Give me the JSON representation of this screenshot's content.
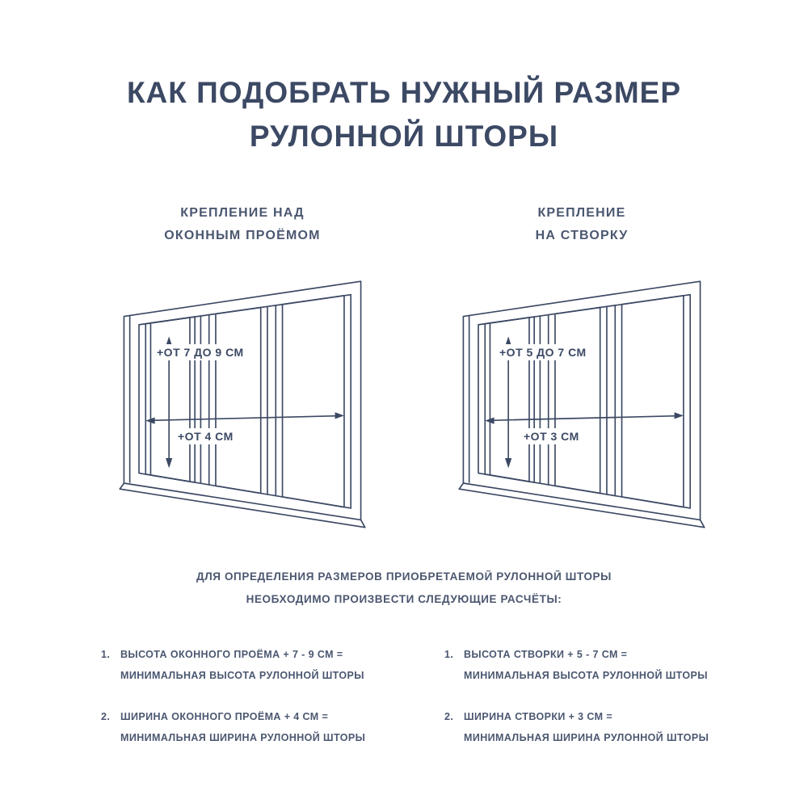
{
  "colors": {
    "navy": "#3c4964",
    "background": "#ffffff"
  },
  "title": {
    "line1": "КАК ПОДОБРАТЬ НУЖНЫЙ РАЗМЕР",
    "line2": "РУЛОННОЙ ШТОРЫ"
  },
  "sections": {
    "left": {
      "heading_line1": "КРЕПЛЕНИЕ НАД",
      "heading_line2": "ОКОННЫМ ПРОЁМОМ",
      "label_height": "+ОТ 7 ДО 9 СМ",
      "label_width": "+ОТ 4 СМ"
    },
    "right": {
      "heading_line1": "КРЕПЛЕНИЕ",
      "heading_line2": "НА СТВОРКУ",
      "label_height": "+ОТ 5 ДО 7 СМ",
      "label_width": "+ОТ 3 СМ"
    }
  },
  "instructions": {
    "intro_line1": "ДЛЯ ОПРЕДЕЛЕНИЯ РАЗМЕРОВ ПРИОБРЕТАЕМОЙ РУЛОННОЙ ШТОРЫ",
    "intro_line2": "НЕОБХОДИМО ПРОИЗВЕСТИ СЛЕДУЮЩИЕ РАСЧЁТЫ:",
    "left": [
      {
        "num": "1.",
        "line1": "ВЫСОТА ОКОННОГО ПРОЁМА + 7 - 9 СМ =",
        "line2": "МИНИМАЛЬНАЯ ВЫСОТА РУЛОННОЙ ШТОРЫ"
      },
      {
        "num": "2.",
        "line1": "ШИРИНА ОКОННОГО ПРОЁМА + 4 СМ =",
        "line2": "МИНИМАЛЬНАЯ ШИРИНА РУЛОННОЙ ШТОРЫ"
      }
    ],
    "right": [
      {
        "num": "1.",
        "line1": "ВЫСОТА СТВОРКИ + 5 - 7 СМ =",
        "line2": "МИНИМАЛЬНАЯ ВЫСОТА РУЛОННОЙ ШТОРЫ"
      },
      {
        "num": "2.",
        "line1": "ШИРИНА СТВОРКИ + 3 СМ =",
        "line2": "МИНИМАЛЬНАЯ ШИРИНА РУЛОННОЙ ШТОРЫ"
      }
    ]
  }
}
